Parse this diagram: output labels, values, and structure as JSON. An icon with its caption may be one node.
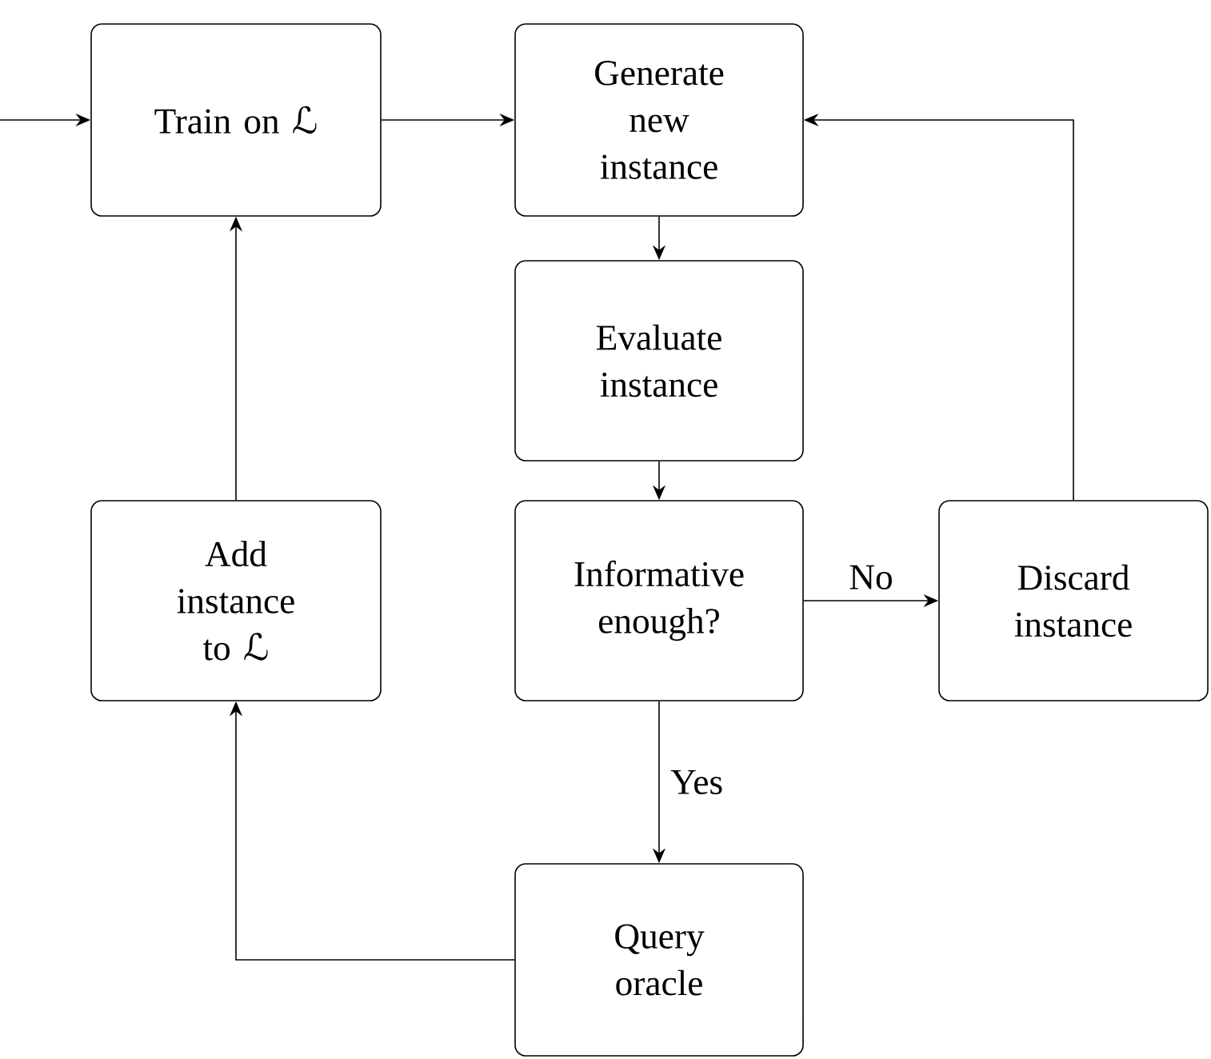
{
  "diagram": {
    "nodes": [
      {
        "text": [
          "Train on ℒ"
        ]
      },
      {
        "text": [
          "Generate new instance"
        ]
      },
      {
        "text": [
          "Evaluate instance"
        ]
      },
      {
        "text": [
          "Informative enough?"
        ]
      },
      {
        "text": [
          "Discard instance"
        ]
      },
      {
        "text": [
          "Add instance to ℒ"
        ]
      },
      {
        "text": [
          "Query oracle"
        ]
      }
    ],
    "edges": [
      {
        "from": null,
        "to": 0,
        "arrow": "to"
      },
      {
        "from": 0,
        "to": 1,
        "arrow": "to"
      },
      {
        "from": 1,
        "to": 2,
        "arrow": "to"
      },
      {
        "from": 2,
        "to": 3,
        "arrow": "to"
      },
      {
        "from": 3,
        "to": 4,
        "arrow": "to",
        "label": "No"
      },
      {
        "from": 4,
        "to": 1,
        "arrow": "to"
      },
      {
        "from": 3,
        "to": 6,
        "arrow": "to",
        "label": "Yes"
      },
      {
        "from": 6,
        "to": 5,
        "arrow": "to"
      },
      {
        "from": 5,
        "to": 0,
        "arrow": "to"
      }
    ]
  }
}
